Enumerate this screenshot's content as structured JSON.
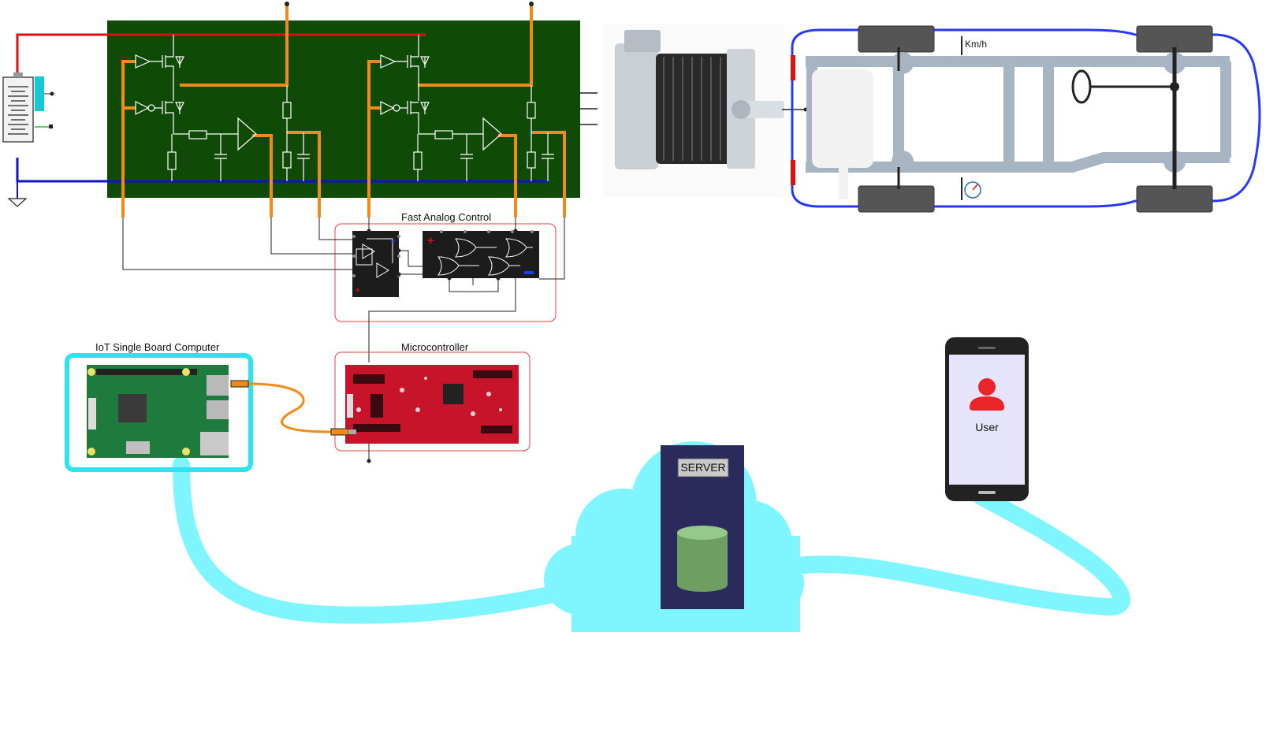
{
  "labels": {
    "fast_analog_control": "Fast Analog Control",
    "microcontroller": "Microcontroller",
    "iot_board": "IoT Single Board Computer",
    "server": "SERVER",
    "user": "User",
    "speed_unit": "Km/h"
  },
  "colors": {
    "pcb_green": "#0f4a07",
    "power_rail_red": "#e01010",
    "ground_rail_blue": "#1010c8",
    "signal_orange": "#f08a18",
    "cloud_cyan": "#7ff5ff",
    "iot_border": "#2de3f0",
    "section_border_red": "#e84040",
    "server_navy": "#2b2a5c",
    "db_green": "#7fb86f",
    "chassis_grey": "#a7b5c2",
    "phone_screen": "#e6e4fb",
    "user_red": "#e8262a"
  },
  "icons": [
    "battery-icon",
    "ground-icon",
    "motor-icon",
    "vehicle-chassis-icon",
    "speedometer-icon",
    "database-icon",
    "user-icon",
    "smartphone-icon",
    "cloud-icon"
  ]
}
